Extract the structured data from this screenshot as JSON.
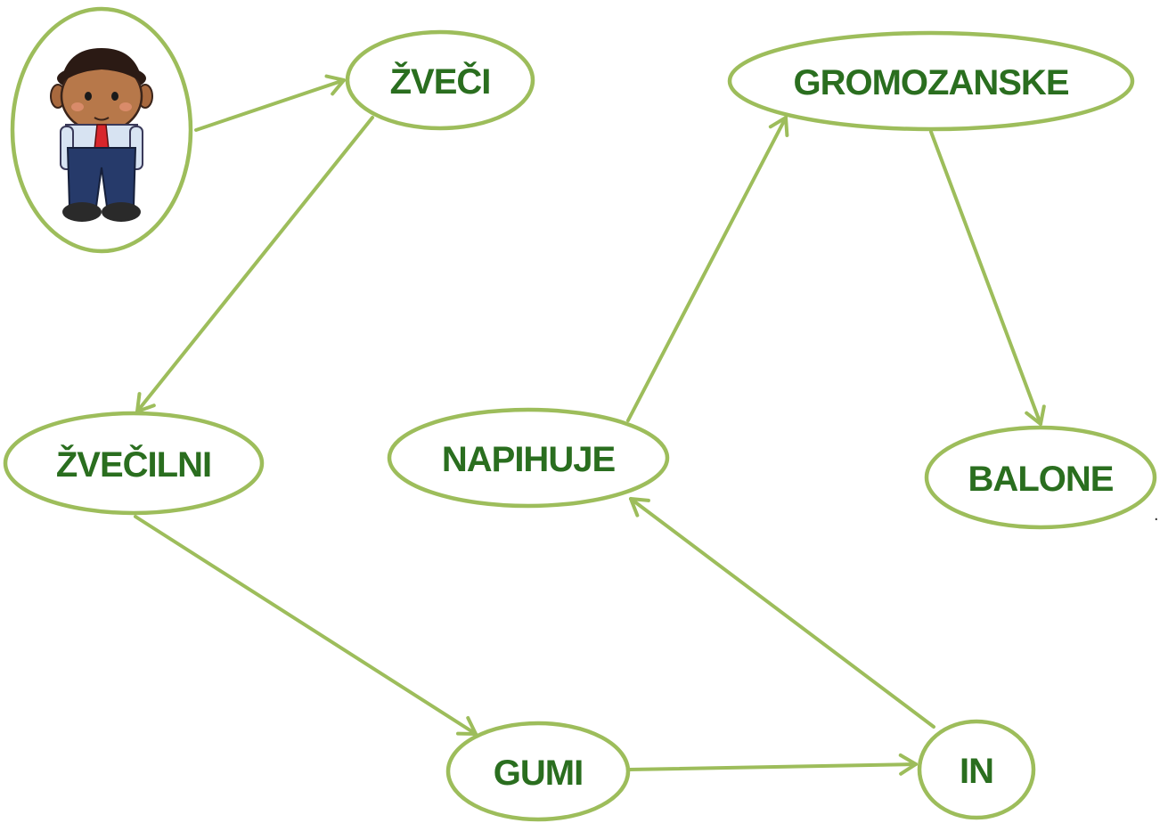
{
  "colors": {
    "outline": "#9dbd5b",
    "text": "#2a6e1f",
    "background": "#ffffff"
  },
  "nodes": [
    {
      "id": "person",
      "label": "",
      "icon": "boy-in-tie-icon"
    },
    {
      "id": "zveci",
      "label": "ŽVEČI"
    },
    {
      "id": "zvecilni",
      "label": "ŽVEČILNI"
    },
    {
      "id": "gumi",
      "label": "GUMI"
    },
    {
      "id": "in",
      "label": "IN"
    },
    {
      "id": "napihuje",
      "label": "NAPIHUJE"
    },
    {
      "id": "gromozanske",
      "label": "GROMOZANSKE"
    },
    {
      "id": "balone",
      "label": "BALONE"
    }
  ],
  "edges": [
    {
      "from": "person",
      "to": "zveci"
    },
    {
      "from": "zveci",
      "to": "zvecilni"
    },
    {
      "from": "zvecilni",
      "to": "gumi"
    },
    {
      "from": "gumi",
      "to": "in"
    },
    {
      "from": "in",
      "to": "napihuje"
    },
    {
      "from": "napihuje",
      "to": "gromozanske"
    },
    {
      "from": "gromozanske",
      "to": "balone"
    }
  ],
  "end_mark": "."
}
